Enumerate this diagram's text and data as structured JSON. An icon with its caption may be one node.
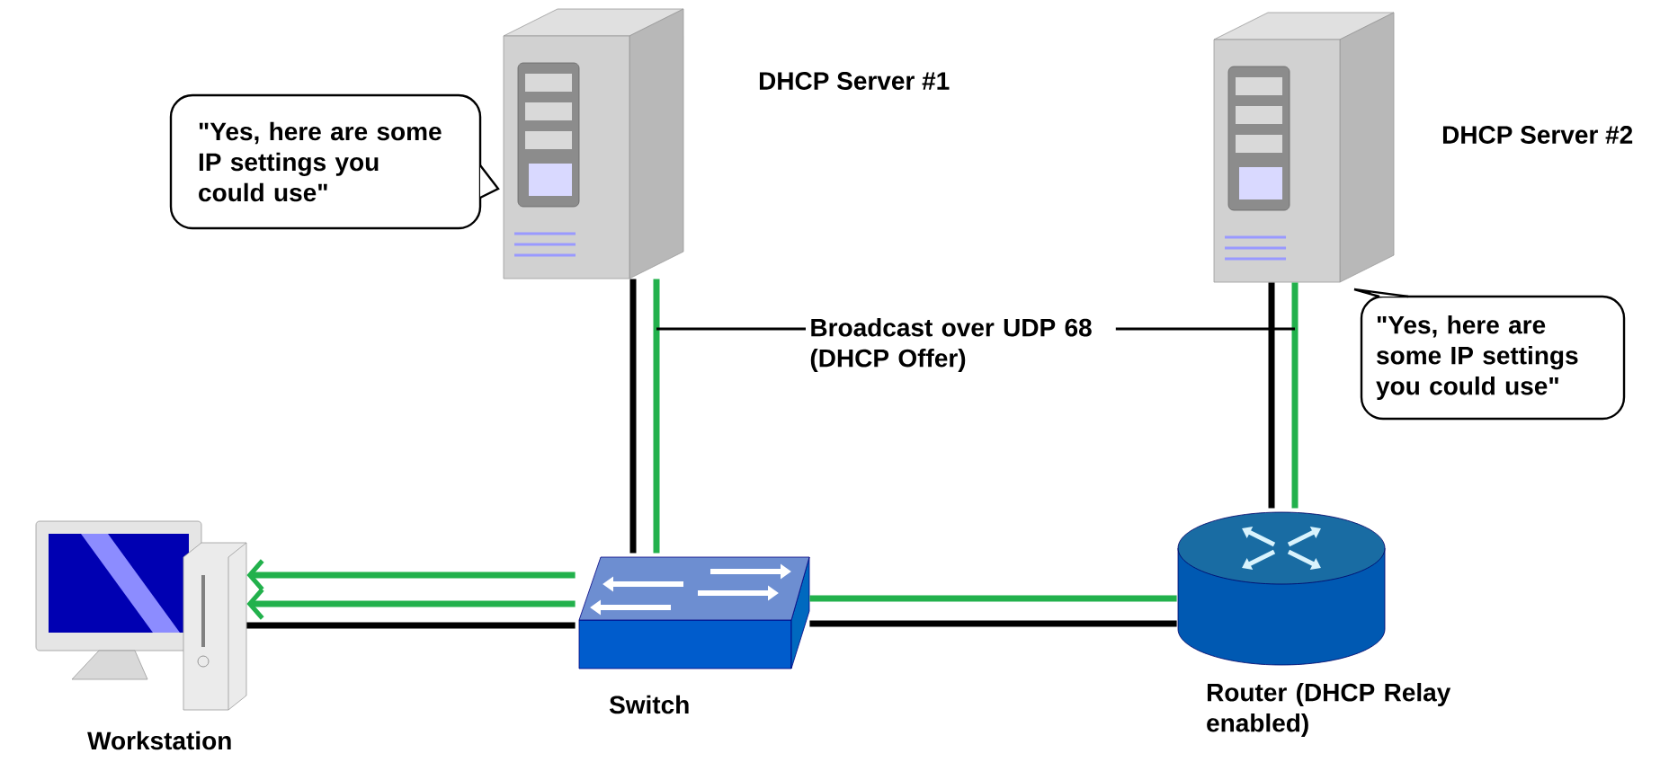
{
  "diagram": {
    "nodes": [
      {
        "text": [
          "\"Yes, here are some IP settings you could use\""
        ]
      },
      {
        "text": [],
        "shape": "picture",
        "beside": [
          "DHCP Server #1"
        ]
      },
      {
        "text": [
          "\"Yes, here are some IP settings you could use\""
        ]
      },
      {
        "text": [],
        "shape": "picture",
        "beside": [
          "DHCP Server #2"
        ]
      },
      {
        "text": [
          "Broadcast over UDP 68 (DHCP Offer)"
        ]
      },
      {
        "text": [],
        "shape": "picture",
        "beside": [
          "Workstation"
        ]
      },
      {
        "text": [],
        "shape": "picture",
        "beside": [
          "Switch"
        ]
      },
      {
        "text": [],
        "shape": "picture",
        "beside": [
          "Router (DHCP Relay enabled)"
        ]
      }
    ],
    "edges": [
      {
        "from": 1,
        "to": 6,
        "arrow": "none"
      },
      {
        "from": 1,
        "to": 6,
        "arrow": "none",
        "color": "#22b14c"
      },
      {
        "from": 3,
        "to": 7,
        "arrow": "none"
      },
      {
        "from": 3,
        "to": 7,
        "arrow": "none",
        "color": "#22b14c"
      },
      {
        "from": 6,
        "to": 7,
        "arrow": "none",
        "color": "#22b14c"
      },
      {
        "from": 6,
        "to": 7,
        "arrow": "none"
      },
      {
        "from": 6,
        "to": 5,
        "arrow": "to",
        "color": "#22b14c"
      },
      {
        "from": 6,
        "to": 5,
        "arrow": "to",
        "color": "#22b14c"
      },
      {
        "from": 6,
        "to": 5,
        "arrow": "none"
      },
      {
        "from": 4,
        "to": null,
        "arrow": "none"
      },
      {
        "from": 4,
        "to": null,
        "arrow": "none"
      }
    ]
  }
}
